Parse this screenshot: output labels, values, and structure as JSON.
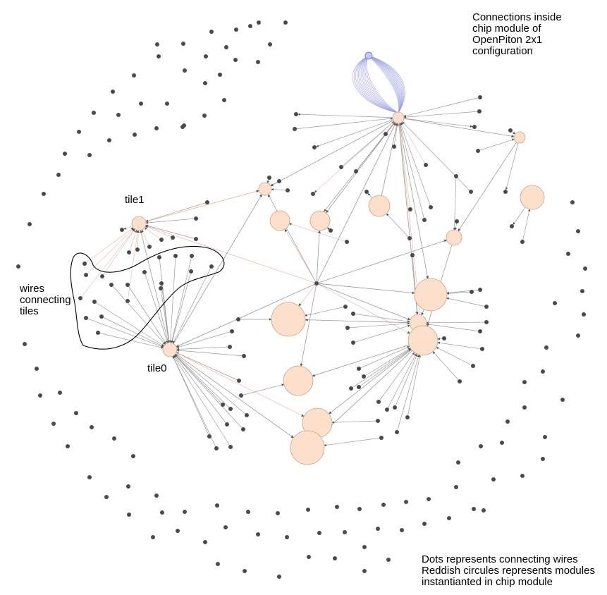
{
  "annotations": {
    "top_right": "Connections inside\nchip module of\nOpenPiton 2x1\nconfiguration",
    "left": "wires\nconnecting\ntiles",
    "bottom_right": "Dots represents connecting wires\nReddish circules represents modules\ninstantianted in chip module"
  },
  "node_labels": {
    "tile1": "tile1",
    "tile0": "tile0"
  },
  "colors": {
    "wire_dot": "#4a4a4a",
    "module_fill": "#fde0cc",
    "module_stroke": "#c8a08a",
    "edge_gray": "#8a8a8a",
    "edge_red": "#e2b7a6",
    "selfloop": "#9a9ee0",
    "selfloop_node": "#c7c9f2",
    "outline": "#000000"
  }
}
